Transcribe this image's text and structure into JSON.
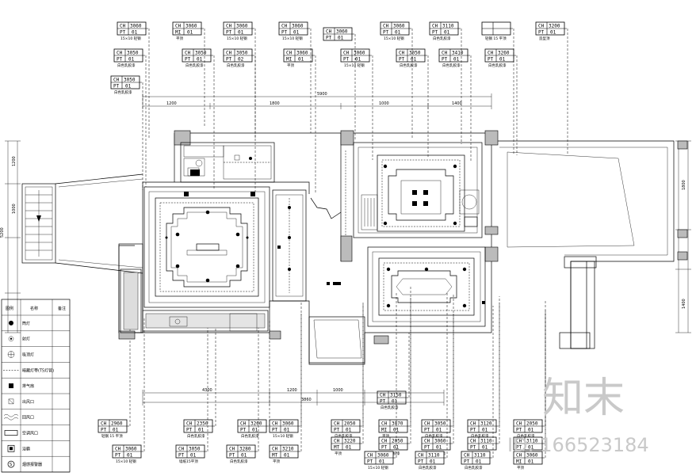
{
  "tags_top": [
    {
      "a": "CH",
      "b": "3060",
      "c": "PT",
      "d": "01",
      "cap": "15×10 轻钢"
    },
    {
      "a": "CH",
      "b": "3060",
      "c": "MI",
      "d": "01",
      "cap": "平顶"
    },
    {
      "a": "CH",
      "b": "3060",
      "c": "PT",
      "d": "01",
      "cap": "15×10 轻钢"
    },
    {
      "a": "CH",
      "b": "3060",
      "c": "PT",
      "d": "01",
      "cap": "15×10 轻钢"
    },
    {
      "a": "CH",
      "b": "3060",
      "c": "PT",
      "d": "01",
      "cap": ""
    },
    {
      "a": "CH",
      "b": "3060",
      "c": "PT",
      "d": "01",
      "cap": "15×10 轻钢"
    },
    {
      "a": "CH",
      "b": "3110",
      "c": "PT",
      "d": "01",
      "cap": "白色乳胶漆"
    },
    {
      "a": "",
      "b": "",
      "c": "",
      "d": "",
      "cap": "轻钢 15 平顶"
    },
    {
      "a": "CH",
      "b": "3200",
      "c": "PT",
      "d": "01",
      "cap": "造型顶"
    }
  ],
  "tags_row2": [
    {
      "a": "CH",
      "b": "3050",
      "c": "PT",
      "d": "01",
      "cap": "白色乳胶漆"
    },
    {
      "a": "CH",
      "b": "3050",
      "c": "PT",
      "d": "01",
      "cap": "白色乳胶漆"
    },
    {
      "a": "CH",
      "b": "3050",
      "c": "PT",
      "d": "02",
      "cap": "白色乳胶漆"
    },
    {
      "a": "CH",
      "b": "3060",
      "c": "MI",
      "d": "01",
      "cap": "平顶"
    },
    {
      "a": "CH",
      "b": "3060",
      "c": "PT",
      "d": "01",
      "cap": "15×10 轻钢"
    },
    {
      "a": "CH",
      "b": "3050",
      "c": "PT",
      "d": "01",
      "cap": "白色乳胶漆"
    },
    {
      "a": "CH",
      "b": "3410",
      "c": "PT",
      "d": "01",
      "cap": "白色乳胶漆"
    },
    {
      "a": "CH",
      "b": "3260",
      "c": "PT",
      "d": "01",
      "cap": "白色乳胶漆"
    }
  ],
  "tags_row3": [
    {
      "a": "CH",
      "b": "3050",
      "c": "PT",
      "d": "01",
      "cap": "白色乳胶漆"
    }
  ],
  "tags_mid": [
    {
      "a": "CH",
      "b": "3150",
      "c": "PT",
      "d": "01",
      "cap": "白色乳胶漆"
    }
  ],
  "tags_bottom1": [
    {
      "a": "CH",
      "b": "2960",
      "c": "PT",
      "d": "01",
      "cap": "轻钢 15 平顶"
    },
    {
      "a": "CH",
      "b": "2350",
      "c": "PT",
      "d": "01",
      "cap": "白色乳胶漆"
    },
    {
      "a": "CH",
      "b": "3260",
      "c": "PT",
      "d": "01",
      "cap": "白色乳胶漆"
    },
    {
      "a": "CH",
      "b": "2050",
      "c": "PT",
      "d": "01",
      "cap": "白色乳胶漆"
    },
    {
      "a": "CH",
      "b": "3070",
      "c": "MI",
      "d": "01",
      "cap": "平顶"
    },
    {
      "a": "CH",
      "b": "3050",
      "c": "PT",
      "d": "01",
      "cap": "白色乳胶漆"
    },
    {
      "a": "CH",
      "b": "3120",
      "c": "PT",
      "d": "01",
      "cap": "白色乳胶漆"
    },
    {
      "a": "CH",
      "b": "2050",
      "c": "PT",
      "d": "01",
      "cap": "白色乳胶漆"
    }
  ],
  "tags_bottom2": [
    {
      "a": "CH",
      "b": "3060",
      "c": "PT",
      "d": "01",
      "cap": "15×10 轻钢"
    },
    {
      "a": "CH",
      "b": "3220",
      "c": "MT",
      "d": "01",
      "cap": "平顶"
    },
    {
      "a": "CH",
      "b": "2050",
      "c": "PT",
      "d": "01",
      "cap": "白色乳胶漆"
    },
    {
      "a": "CH",
      "b": "3060",
      "c": "PT",
      "d": "01",
      "cap": "15×10 轻钢"
    },
    {
      "a": "CH",
      "b": "3110",
      "c": "PT",
      "d": "01",
      "cap": "白色乳胶漆"
    },
    {
      "a": "CH",
      "b": "3110",
      "c": "PT",
      "d": "01",
      "cap": "白色乳胶漆"
    }
  ],
  "tags_bottom3": [
    {
      "a": "CH",
      "b": "3060",
      "c": "PT",
      "d": "01",
      "cap": "15×10 轻钢"
    },
    {
      "a": "CH",
      "b": "3050",
      "c": "PT",
      "d": "01",
      "cap": "墙纸15平顶"
    },
    {
      "a": "CH",
      "b": "3280",
      "c": "PT",
      "d": "01",
      "cap": "白色乳胶漆"
    },
    {
      "a": "CH",
      "b": "3210",
      "c": "MT",
      "d": "01",
      "cap": "平顶"
    },
    {
      "a": "CH",
      "b": "3060",
      "c": "PT",
      "d": "01",
      "cap": "15×10 轻钢"
    },
    {
      "a": "CH",
      "b": "3110",
      "c": "PT",
      "d": "01",
      "cap": "白色乳胶漆"
    },
    {
      "a": "CH",
      "b": "3110",
      "c": "PT",
      "d": "01",
      "cap": "白色乳胶漆"
    },
    {
      "a": "CH",
      "b": "3060",
      "c": "MI",
      "d": "01",
      "cap": "平顶"
    }
  ],
  "dimensions": {
    "top_total": "5900",
    "top_left": "1200",
    "top_mid": "1800",
    "top_right": "1000",
    "top_far": "1400",
    "bottom_total": "3860",
    "bottom_left": "4300",
    "bottom_mid": "1200",
    "bottom_right": "1000",
    "left_total": "5200",
    "left_a": "1200",
    "left_b": "1000",
    "right_a": "1800",
    "right_b": "1400"
  },
  "legend": {
    "header_symbol": "图例",
    "header_name": "名称",
    "header_note": "备注",
    "rows": [
      {
        "name": "筒灯",
        "icon": "downlight-icon"
      },
      {
        "name": "射灯",
        "icon": "spotlight-icon"
      },
      {
        "name": "吸顶灯",
        "icon": "ceiling-lamp-icon"
      },
      {
        "name": "暗藏灯带(T5灯管)",
        "icon": "hidden-strip-icon"
      },
      {
        "name": "排气扇",
        "icon": "exhaust-fan-icon"
      },
      {
        "name": "出风口",
        "icon": "air-outlet-icon"
      },
      {
        "name": "回风口",
        "icon": "return-air-icon"
      },
      {
        "name": "空调风口",
        "icon": "ac-vent-icon"
      },
      {
        "name": "浴霸",
        "icon": "bath-heater-icon"
      },
      {
        "name": "烟感报警器",
        "icon": "smoke-detector-icon"
      }
    ]
  },
  "watermark": {
    "brand": "知末",
    "id_label": "ID: 166523184"
  },
  "colors": {
    "line": "#000000",
    "column_fill": "#bbbbbb",
    "watermark": "#c9c9c9"
  }
}
